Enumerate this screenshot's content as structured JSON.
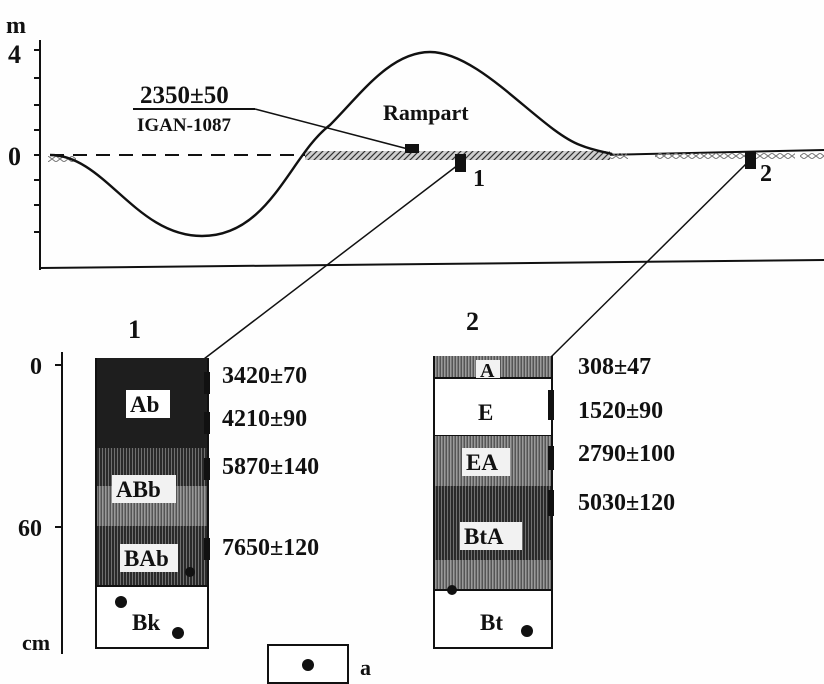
{
  "profile": {
    "y_unit": "m",
    "y_tick_labels": [
      "4",
      "0"
    ],
    "feature_label": "Rampart",
    "date_value": "2350±50",
    "date_lab_code": "IGAN-1087",
    "point_labels": [
      "1",
      "2"
    ]
  },
  "columns": {
    "depth_tick_labels": [
      "0",
      "60"
    ],
    "depth_unit": "cm",
    "column_1": {
      "title": "1",
      "horizons": [
        "Ab",
        "ABb",
        "BAb",
        "Bk"
      ],
      "dates": [
        "3420±70",
        "4210±90",
        "5870±140",
        "7650±120"
      ]
    },
    "column_2": {
      "title": "2",
      "horizons": [
        "A",
        "E",
        "EA",
        "BtA",
        "Bt"
      ],
      "dates": [
        "308±47",
        "1520±90",
        "2790±100",
        "5030±120"
      ]
    }
  },
  "legend": {
    "label": "a",
    "symbol": "dark-nodule-dot"
  },
  "colors": {
    "ink": "#111111",
    "fill_dark": "#1e1e1e",
    "fill_mid": "#5a5a5a",
    "fill_light": "#9a9a9a"
  }
}
